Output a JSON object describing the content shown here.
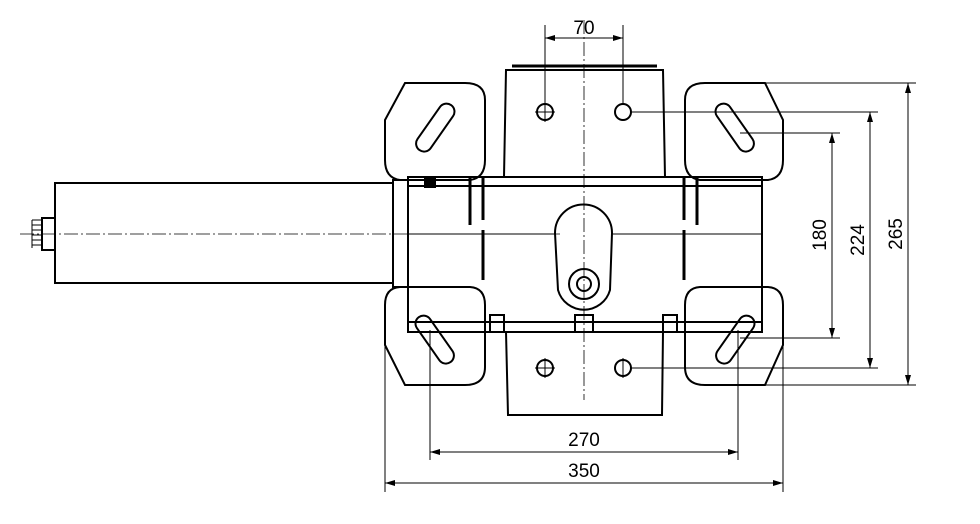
{
  "drawing": {
    "title": "Actuator assembly top view with mounting brackets",
    "dimensions": {
      "hole_spacing": "70",
      "bracket_inner_width": "270",
      "bracket_outer_width": "350",
      "height_180": "180",
      "height_224": "224",
      "height_265": "265"
    }
  }
}
